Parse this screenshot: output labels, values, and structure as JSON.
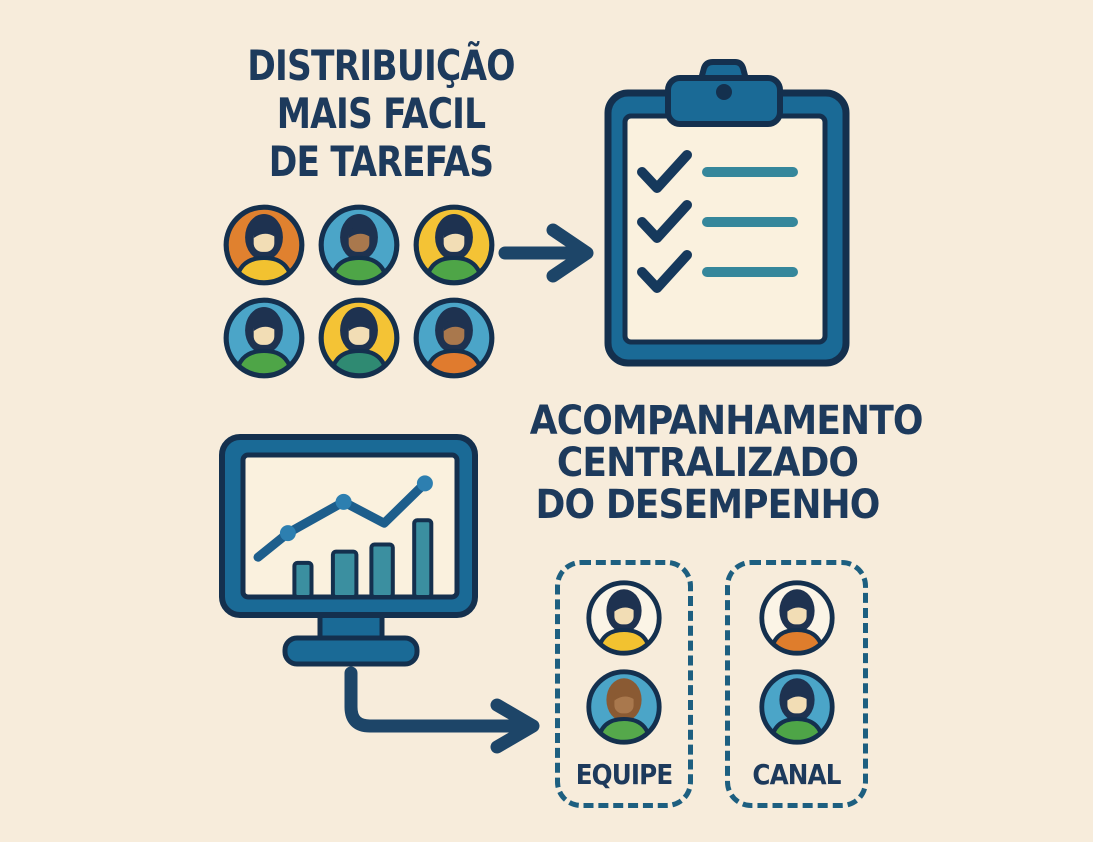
{
  "colors": {
    "background": "#f7ecdb",
    "ink_navy": "#1d3a5c",
    "outline_navy": "#14304e",
    "panel_blue": "#1a6a96",
    "paper_cream": "#faf1de",
    "teal": "#35879b",
    "check_navy": "#16395c",
    "arrow_navy": "#1d4568",
    "dashed_border": "#1d5f80",
    "chart_line": "#1d5e8c",
    "chart_dot": "#2d7fb0",
    "chart_bar": "#3b8fa0"
  },
  "icons": {
    "clipboard": "clipboard-icon",
    "monitor": "monitor-icon",
    "arrow_right": "arrow-right-icon",
    "arrow_bent": "arrow-bent-icon",
    "avatar": "person-avatar-icon",
    "checkmark": "checkmark-icon"
  },
  "tasks_section": {
    "title_lines": [
      "DISTRIBUIÇÃO",
      "MAIS FACIL",
      "DE TAREFAS"
    ],
    "avatars": [
      {
        "bg": "#e0812f",
        "skin": "#f2ddb5",
        "hair": "#1e3250",
        "shirt": "#f2c230"
      },
      {
        "bg": "#4ba5c8",
        "skin": "#a9784d",
        "hair": "#1e3250",
        "shirt": "#4ea547"
      },
      {
        "bg": "#f4c335",
        "skin": "#f2ddb5",
        "hair": "#1e3250",
        "shirt": "#4ea547"
      },
      {
        "bg": "#4ba5c8",
        "skin": "#f2ddb5",
        "hair": "#1e3250",
        "shirt": "#4ea547"
      },
      {
        "bg": "#f4c335",
        "skin": "#f2ddb5",
        "hair": "#1e3250",
        "shirt": "#2f8a72"
      },
      {
        "bg": "#4ba5c8",
        "skin": "#a9784d",
        "hair": "#1e3250",
        "shirt": "#e07b2e"
      }
    ]
  },
  "clipboard": {
    "rows": 3,
    "all_checked": true
  },
  "performance_section": {
    "title_lines": [
      "ACOMPANHAMENTO",
      "CENTRALIZADO",
      "DO DESEMPENHO"
    ],
    "groups": [
      {
        "label": "EQUIPE",
        "avatars": [
          {
            "bg": "#fbf4e6",
            "skin": "#f2ddb5",
            "hair": "#1e3250",
            "shirt": "#f2c230"
          },
          {
            "bg": "#4ba5c8",
            "skin": "#a9784d",
            "hair": "#8a5a33",
            "shirt": "#55a84b"
          }
        ]
      },
      {
        "label": "CANAL",
        "avatars": [
          {
            "bg": "#fbf4e6",
            "skin": "#f2ddb5",
            "hair": "#1e3250",
            "shirt": "#df7d2c"
          },
          {
            "bg": "#4ba5c8",
            "skin": "#f2ddb5",
            "hair": "#1e3250",
            "shirt": "#4ea547"
          }
        ]
      }
    ]
  },
  "chart_data": {
    "type": "line+bar",
    "context": "decorative trend chart shown on monitor screen, no axes or labels",
    "line_points_pct": [
      [
        7,
        72
      ],
      [
        21,
        55
      ],
      [
        47,
        33
      ],
      [
        66,
        48
      ],
      [
        85,
        20
      ]
    ],
    "dot_point_indices": [
      1,
      2,
      4
    ],
    "bars_pct": [
      {
        "x": 24,
        "w": 8,
        "h": 24
      },
      {
        "x": 42,
        "w": 11,
        "h": 32
      },
      {
        "x": 60,
        "w": 10,
        "h": 37
      },
      {
        "x": 80,
        "w": 8,
        "h": 54
      }
    ]
  }
}
